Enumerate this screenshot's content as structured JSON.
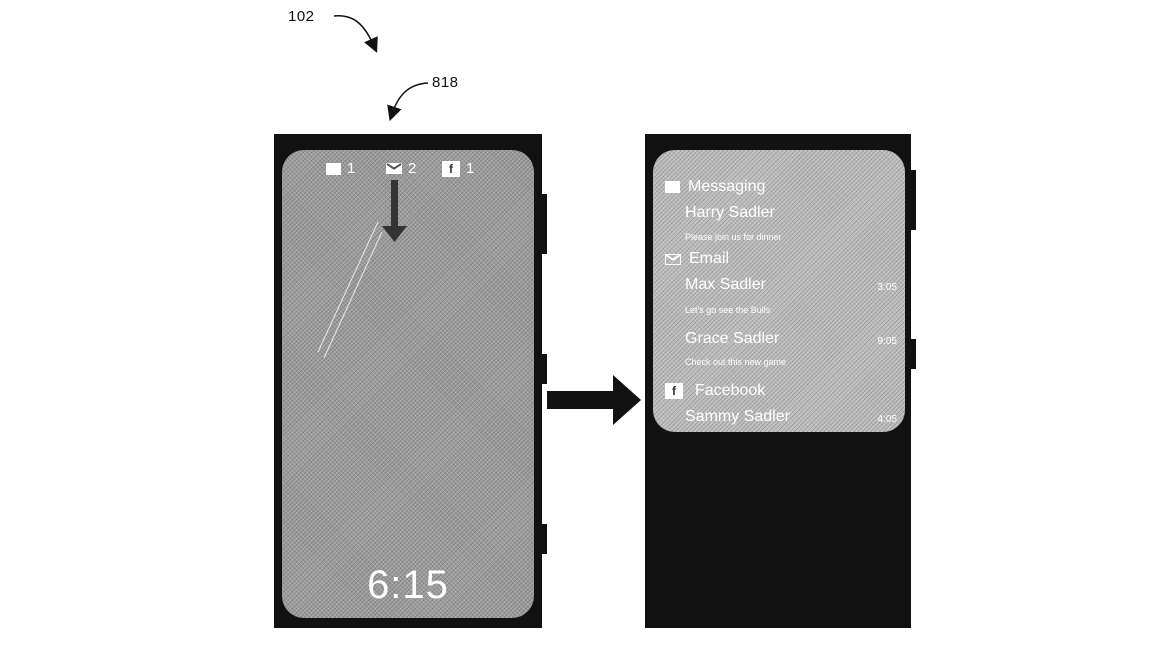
{
  "labels": {
    "ref_device": "102",
    "ref_gesture": "818"
  },
  "left_screen": {
    "status": [
      {
        "icon": "message-icon",
        "count": "1"
      },
      {
        "icon": "email-icon",
        "count": "2"
      },
      {
        "icon": "facebook-icon",
        "glyph": "f",
        "count": "1"
      }
    ],
    "time": "6:15"
  },
  "right_screen": {
    "groups": [
      {
        "header": "Messaging",
        "icon": "message-icon",
        "items": [
          {
            "name": "Harry Sadler",
            "preview": "Please join us for dinner",
            "time": ""
          }
        ]
      },
      {
        "header": "Email",
        "icon": "email-icon",
        "items": [
          {
            "name": "Max Sadler",
            "preview": "Let's go see the Bulls",
            "time": "3:05"
          },
          {
            "name": "Grace Sadler",
            "preview": "Check out this new game",
            "time": "9:05"
          }
        ]
      },
      {
        "header": "Facebook",
        "icon": "facebook-icon",
        "glyph": "f",
        "items": [
          {
            "name": "Sammy Sadler",
            "preview": "",
            "time": "4:05"
          }
        ]
      }
    ]
  },
  "colors": {
    "device_body": "#111111",
    "screen": "#9c9c9c",
    "text": "#ffffff"
  }
}
